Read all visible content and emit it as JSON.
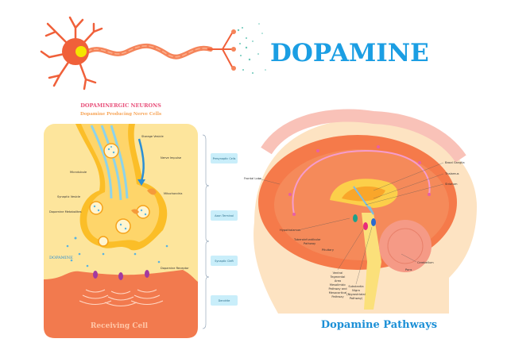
{
  "title": "DOPAMINE",
  "neurons_panel": {
    "heading": "DOPAMINERGIC NEURONS",
    "subheading": "Dopamine Producing Nerve Cells",
    "labels": {
      "storage_vesicle": "Storage Vesicle",
      "nerve_impulse": "Nerve Impulse",
      "microtubule": "Microtubule",
      "mitochondria": "Mitochondria",
      "synaptic_vesicle": "Synaptic Vesicle",
      "dopamine_metabolites": "Dopamine Metabolites",
      "dopamine": "DOPAMINE",
      "dopamine_receptor": "Dopamine Receptor",
      "receiving_cell": "Receiving Cell"
    },
    "sections": [
      "Presynaptic Cells",
      "Axon Terminal",
      "Synaptic Cleft",
      "Dendrite"
    ]
  },
  "brain_panel": {
    "heading": "Dopamine Pathways",
    "labels": {
      "frontal_lobe": "Frontal Lobe",
      "basal_ganglia": "Basal Ganglia",
      "thalamus": "Thalamus",
      "striatum": "Striatum",
      "hypothalamus": "Hypothalamus",
      "tuberoinfundibular": "Tuberoinfundibular",
      "tuberoinfundibular_2": "Pathway",
      "pituitary": "Pituitary",
      "vta_1": "Ventral",
      "vta_2": "Tegmental",
      "vta_3": "Area",
      "vta_4": "Mesolimbic",
      "vta_5": "Pathway and",
      "vta_6": "Mesocortical",
      "vta_7": "Pathway",
      "sn_1": "Substantia",
      "sn_2": "Nigra",
      "sn_3": "(Nigrostriatal",
      "sn_4": "Pathway)",
      "cerebellum": "Cerebellum",
      "pons": "Pons"
    }
  },
  "colors": {
    "title_blue": "#1b9ee3",
    "heading_pink": "#e8507a",
    "neuron_orange": "#f06a3a",
    "panel_yellow": "#fde59c"
  }
}
